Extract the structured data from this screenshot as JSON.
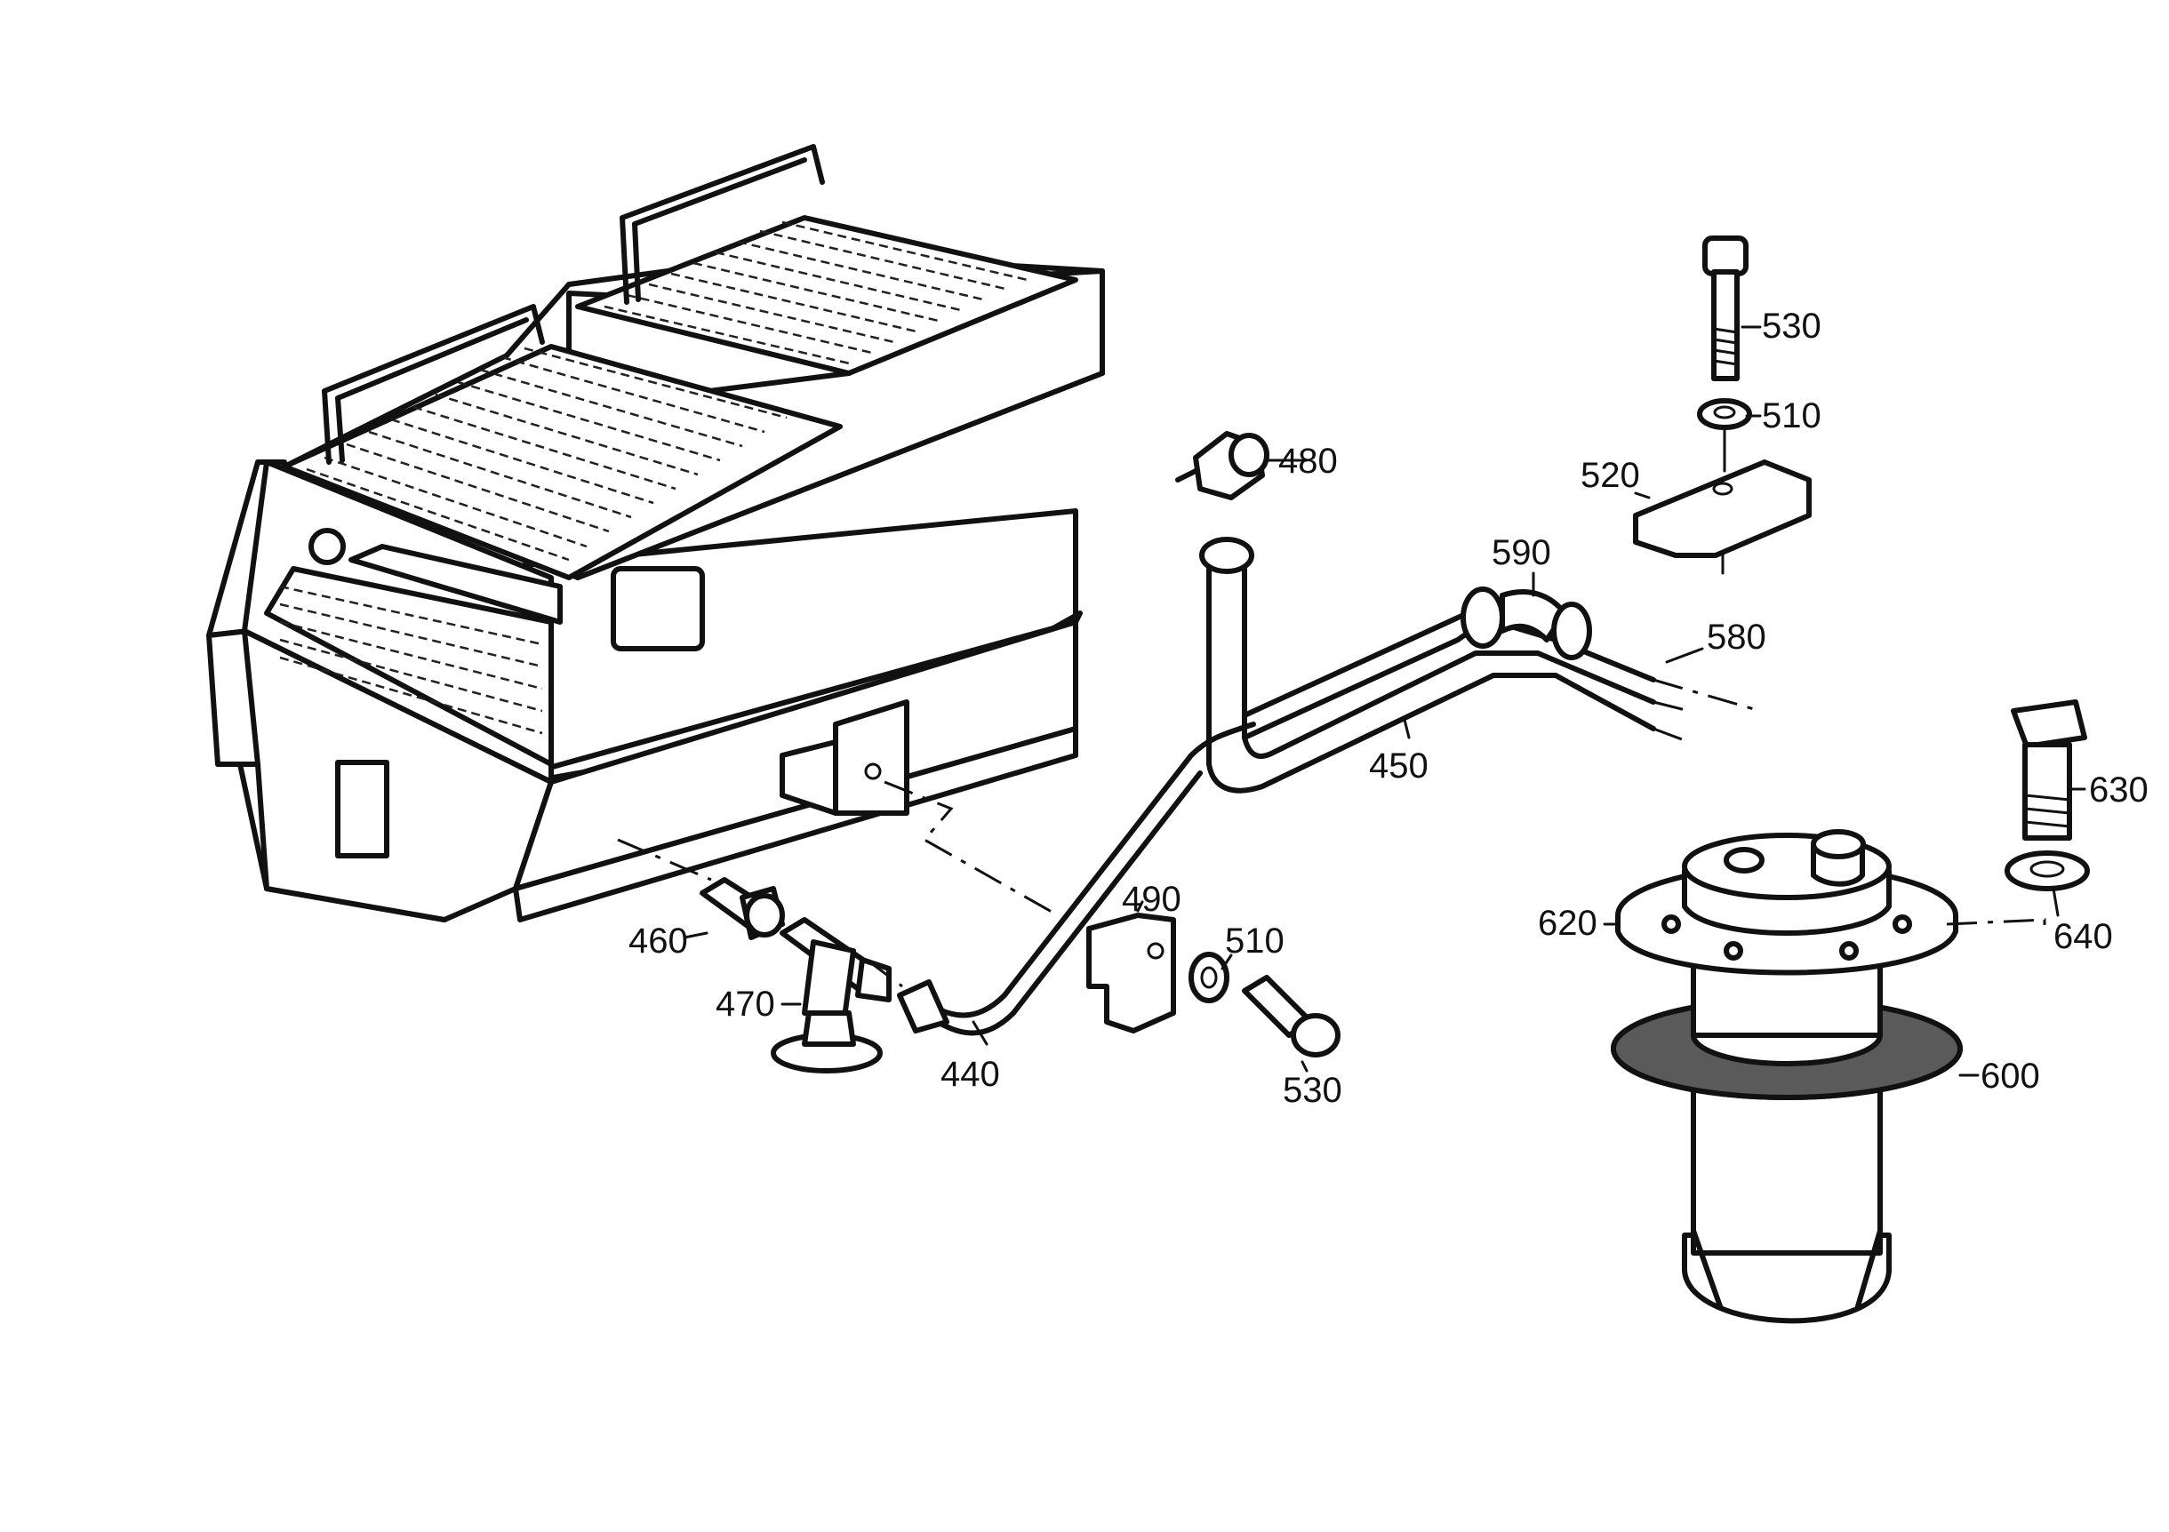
{
  "callouts": {
    "c440": "440",
    "c450": "450",
    "c460": "460",
    "c470": "470",
    "c480": "480",
    "c490": "490",
    "c510a": "510",
    "c510b": "510",
    "c520": "520",
    "c530a": "530",
    "c530b": "530",
    "c580": "580",
    "c590": "590",
    "c600": "600",
    "c620": "620",
    "c630": "630",
    "c640": "640"
  }
}
